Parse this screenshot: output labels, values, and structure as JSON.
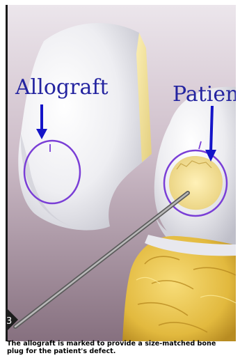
{
  "labels": {
    "allograft": "Allograft",
    "patient": "Patient"
  },
  "corner_badge": "3",
  "caption": {
    "line1": "The allograft is marked to provide a size-matched bone",
    "line2": "plug for the patient's defect."
  },
  "colors": {
    "background_top": "#eae3ea",
    "background_bottom": "#8b7483",
    "bone_surface": "#f1f1f3",
    "bone_cut_face": "#f3e5a2",
    "marking_circle": "#7a3ed6",
    "label_text": "#2424a0",
    "arrow": "#1414c8",
    "probe": "#9a9a9a",
    "tissue": "#e6c14a"
  }
}
